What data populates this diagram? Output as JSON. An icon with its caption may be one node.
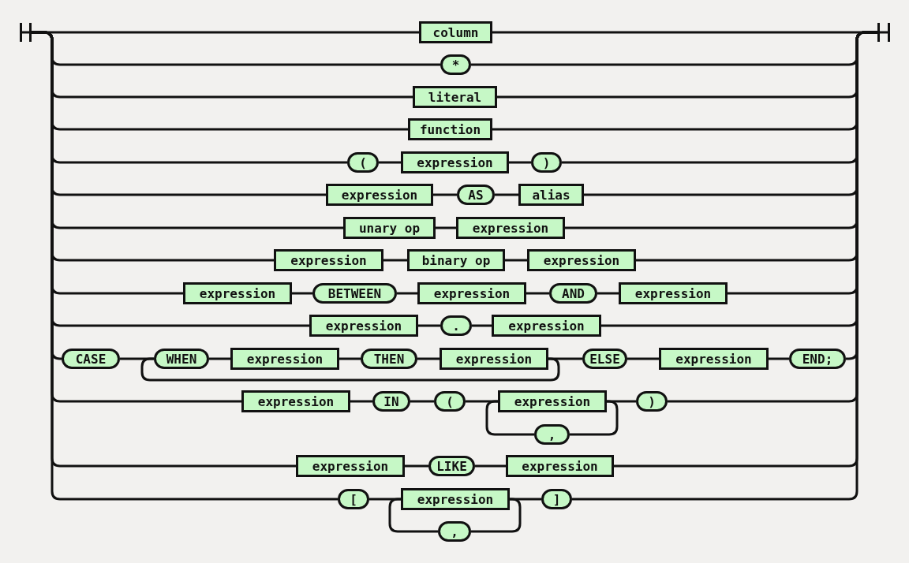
{
  "diagram": {
    "nodes": [
      {
        "text": [],
        "shape": "bar"
      },
      {
        "text": [
          "column"
        ]
      },
      {
        "text": [
          "*"
        ]
      },
      {
        "text": [
          "literal"
        ]
      },
      {
        "text": [
          "function"
        ]
      },
      {
        "text": [
          "("
        ]
      },
      {
        "text": [
          "expression"
        ]
      },
      {
        "text": [
          ")"
        ]
      },
      {
        "text": [
          "expression"
        ]
      },
      {
        "text": [
          "AS"
        ]
      },
      {
        "text": [
          "alias"
        ]
      },
      {
        "text": [
          "unary op"
        ]
      },
      {
        "text": [
          "expression"
        ]
      },
      {
        "text": [
          "expression"
        ]
      },
      {
        "text": [
          "binary op"
        ]
      },
      {
        "text": [
          "expression"
        ]
      },
      {
        "text": [
          "expression"
        ]
      },
      {
        "text": [
          "BETWEEN"
        ]
      },
      {
        "text": [
          "expression"
        ]
      },
      {
        "text": [
          "AND"
        ]
      },
      {
        "text": [
          "expression"
        ]
      },
      {
        "text": [
          "expression"
        ]
      },
      {
        "text": [
          "."
        ]
      },
      {
        "text": [
          "expression"
        ]
      },
      {
        "text": [
          "CASE"
        ]
      },
      {
        "text": [
          "WHEN"
        ]
      },
      {
        "text": [
          "expression"
        ]
      },
      {
        "text": [
          "THEN"
        ]
      },
      {
        "text": [
          "expression"
        ]
      },
      {
        "text": [
          "ELSE"
        ]
      },
      {
        "text": [
          "expression"
        ]
      },
      {
        "text": [
          "END;"
        ]
      },
      {
        "text": [
          "expression"
        ]
      },
      {
        "text": [
          "IN"
        ]
      },
      {
        "text": [
          "("
        ]
      },
      {
        "text": [
          "expression"
        ]
      },
      {
        "text": [
          ","
        ]
      },
      {
        "text": [
          ")"
        ]
      },
      {
        "text": [
          "expression"
        ]
      },
      {
        "text": [
          "LIKE"
        ]
      },
      {
        "text": [
          "expression"
        ]
      },
      {
        "text": [
          "["
        ]
      },
      {
        "text": [
          "expression"
        ]
      },
      {
        "text": [
          ","
        ]
      },
      {
        "text": [
          "]"
        ]
      },
      {
        "text": [],
        "shape": "bar"
      }
    ],
    "edges": [
      {
        "from": 0,
        "to": 1,
        "arrow": "none"
      },
      {
        "from": 1,
        "to": 45,
        "arrow": "none"
      },
      {
        "from": 0,
        "to": 2,
        "arrow": "none"
      },
      {
        "from": 2,
        "to": 45,
        "arrow": "none"
      },
      {
        "from": 0,
        "to": 3,
        "arrow": "none"
      },
      {
        "from": 3,
        "to": 45,
        "arrow": "none"
      },
      {
        "from": 0,
        "to": 4,
        "arrow": "none"
      },
      {
        "from": 4,
        "to": 45,
        "arrow": "none"
      },
      {
        "from": 0,
        "to": 5,
        "arrow": "none"
      },
      {
        "from": 5,
        "to": 6,
        "arrow": "none"
      },
      {
        "from": 6,
        "to": 7,
        "arrow": "none"
      },
      {
        "from": 7,
        "to": 45,
        "arrow": "none"
      },
      {
        "from": 0,
        "to": 8,
        "arrow": "none"
      },
      {
        "from": 8,
        "to": 9,
        "arrow": "none"
      },
      {
        "from": 9,
        "to": 10,
        "arrow": "none"
      },
      {
        "from": 10,
        "to": 45,
        "arrow": "none"
      },
      {
        "from": 0,
        "to": 11,
        "arrow": "none"
      },
      {
        "from": 11,
        "to": 12,
        "arrow": "none"
      },
      {
        "from": 12,
        "to": 45,
        "arrow": "none"
      },
      {
        "from": 0,
        "to": 13,
        "arrow": "none"
      },
      {
        "from": 13,
        "to": 14,
        "arrow": "none"
      },
      {
        "from": 14,
        "to": 15,
        "arrow": "none"
      },
      {
        "from": 15,
        "to": 45,
        "arrow": "none"
      },
      {
        "from": 0,
        "to": 16,
        "arrow": "none"
      },
      {
        "from": 16,
        "to": 17,
        "arrow": "none"
      },
      {
        "from": 17,
        "to": 18,
        "arrow": "none"
      },
      {
        "from": 18,
        "to": 19,
        "arrow": "none"
      },
      {
        "from": 19,
        "to": 20,
        "arrow": "none"
      },
      {
        "from": 20,
        "to": 45,
        "arrow": "none"
      },
      {
        "from": 0,
        "to": 21,
        "arrow": "none"
      },
      {
        "from": 21,
        "to": 22,
        "arrow": "none"
      },
      {
        "from": 22,
        "to": 23,
        "arrow": "none"
      },
      {
        "from": 23,
        "to": 45,
        "arrow": "none"
      },
      {
        "from": 0,
        "to": 24,
        "arrow": "none"
      },
      {
        "from": 24,
        "to": 25,
        "arrow": "none"
      },
      {
        "from": 25,
        "to": 26,
        "arrow": "none"
      },
      {
        "from": 26,
        "to": 27,
        "arrow": "none"
      },
      {
        "from": 27,
        "to": 28,
        "arrow": "none"
      },
      {
        "from": 28,
        "to": 25,
        "arrow": "none"
      },
      {
        "from": 28,
        "to": 29,
        "arrow": "none"
      },
      {
        "from": 29,
        "to": 30,
        "arrow": "none"
      },
      {
        "from": 30,
        "to": 31,
        "arrow": "none"
      },
      {
        "from": 31,
        "to": 45,
        "arrow": "none"
      },
      {
        "from": 0,
        "to": 32,
        "arrow": "none"
      },
      {
        "from": 32,
        "to": 33,
        "arrow": "none"
      },
      {
        "from": 33,
        "to": 34,
        "arrow": "none"
      },
      {
        "from": 34,
        "to": 35,
        "arrow": "none"
      },
      {
        "from": 35,
        "to": 36,
        "arrow": "none"
      },
      {
        "from": 36,
        "to": 35,
        "arrow": "none"
      },
      {
        "from": 35,
        "to": 37,
        "arrow": "none"
      },
      {
        "from": 37,
        "to": 45,
        "arrow": "none"
      },
      {
        "from": 0,
        "to": 38,
        "arrow": "none"
      },
      {
        "from": 38,
        "to": 39,
        "arrow": "none"
      },
      {
        "from": 39,
        "to": 40,
        "arrow": "none"
      },
      {
        "from": 40,
        "to": 45,
        "arrow": "none"
      },
      {
        "from": 0,
        "to": 41,
        "arrow": "none"
      },
      {
        "from": 41,
        "to": 42,
        "arrow": "none"
      },
      {
        "from": 42,
        "to": 43,
        "arrow": "none"
      },
      {
        "from": 43,
        "to": 42,
        "arrow": "none"
      },
      {
        "from": 42,
        "to": 44,
        "arrow": "none"
      },
      {
        "from": 44,
        "to": 45,
        "arrow": "none"
      }
    ]
  }
}
